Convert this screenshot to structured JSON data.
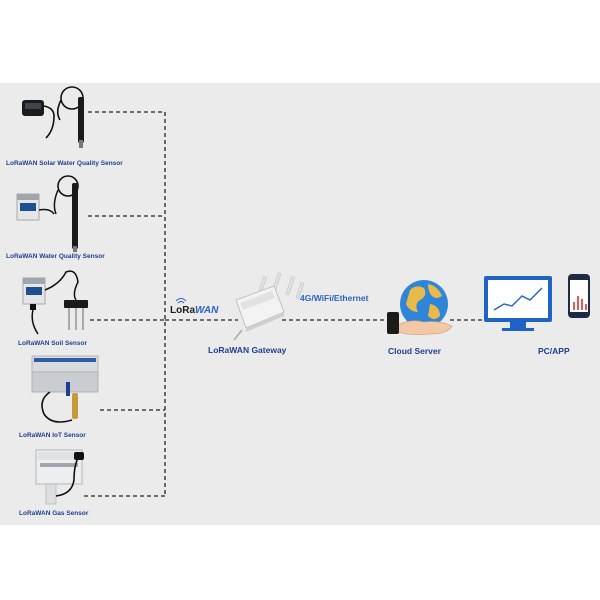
{
  "sensors": [
    {
      "label": "LoRaWAN Solar Water Quality Sensor",
      "icon": "solar-water-quality-sensor-icon"
    },
    {
      "label": "LoRaWAN Water Quality Sensor",
      "icon": "water-quality-sensor-icon"
    },
    {
      "label": "LoRaWAN Soil Sensor",
      "icon": "soil-sensor-icon"
    },
    {
      "label": "LoRaWAN IoT Sensor",
      "icon": "iot-sensor-icon"
    },
    {
      "label": "LoRaWAN Gas Sensor",
      "icon": "gas-sensor-icon"
    }
  ],
  "gateway": {
    "label": "LoRaWAN Gateway",
    "logo_text_lo": "LoRa",
    "logo_text_wan": "WAN",
    "icon": "gateway-icon"
  },
  "link": {
    "label": "4G/WiFi/Ethernet"
  },
  "cloud": {
    "label": "Cloud Server",
    "icon": "globe-hand-icon"
  },
  "client": {
    "label": "PC/APP",
    "icons": [
      "monitor-icon",
      "phone-icon"
    ]
  },
  "colors": {
    "label_blue": "#1f3f8c",
    "link_blue": "#2b63c4",
    "line": "#222222",
    "panel": "#ebebeb"
  }
}
